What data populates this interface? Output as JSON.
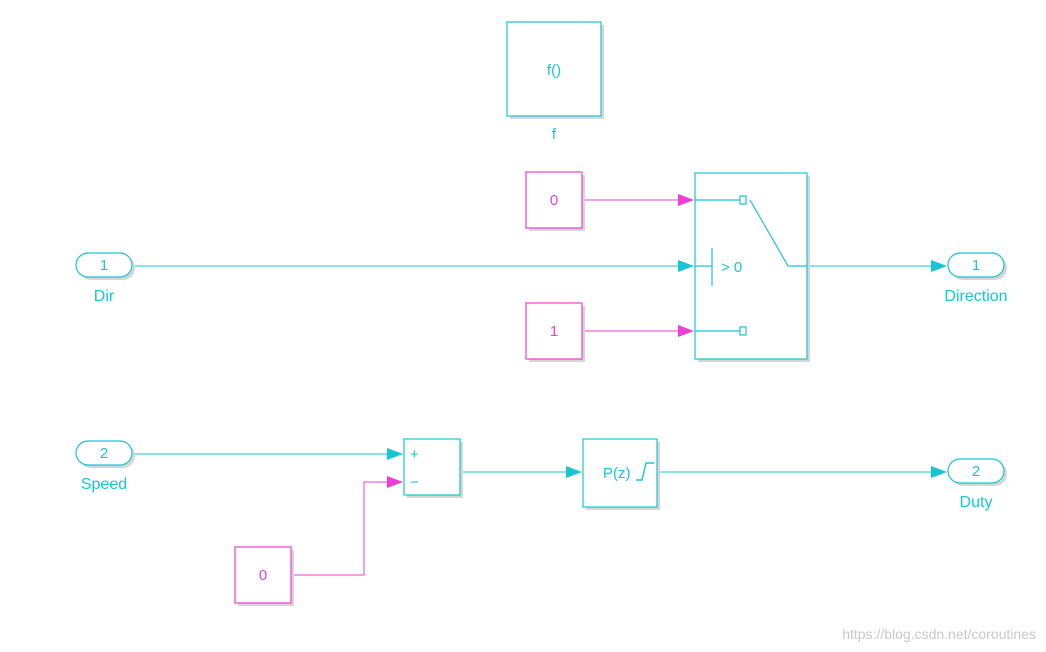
{
  "blocks": {
    "fcn": {
      "text": "f()",
      "label": "f"
    },
    "const_top": {
      "value": "0"
    },
    "const_bottom": {
      "value": "1"
    },
    "switch": {
      "criterion": "> 0"
    },
    "inport1": {
      "num": "1",
      "label": "Dir"
    },
    "outport1": {
      "num": "1",
      "label": "Direction"
    },
    "inport2": {
      "num": "2",
      "label": "Speed"
    },
    "outport2": {
      "num": "2",
      "label": "Duty"
    },
    "sum": {
      "plus": "+",
      "minus": "−"
    },
    "pwm": {
      "text": "P(z)"
    },
    "const_speed": {
      "value": "0"
    }
  },
  "watermark": "https://blog.csdn.net/coroutines",
  "colors": {
    "signal": "#17c6d3",
    "constant": "#ee3ed6"
  }
}
